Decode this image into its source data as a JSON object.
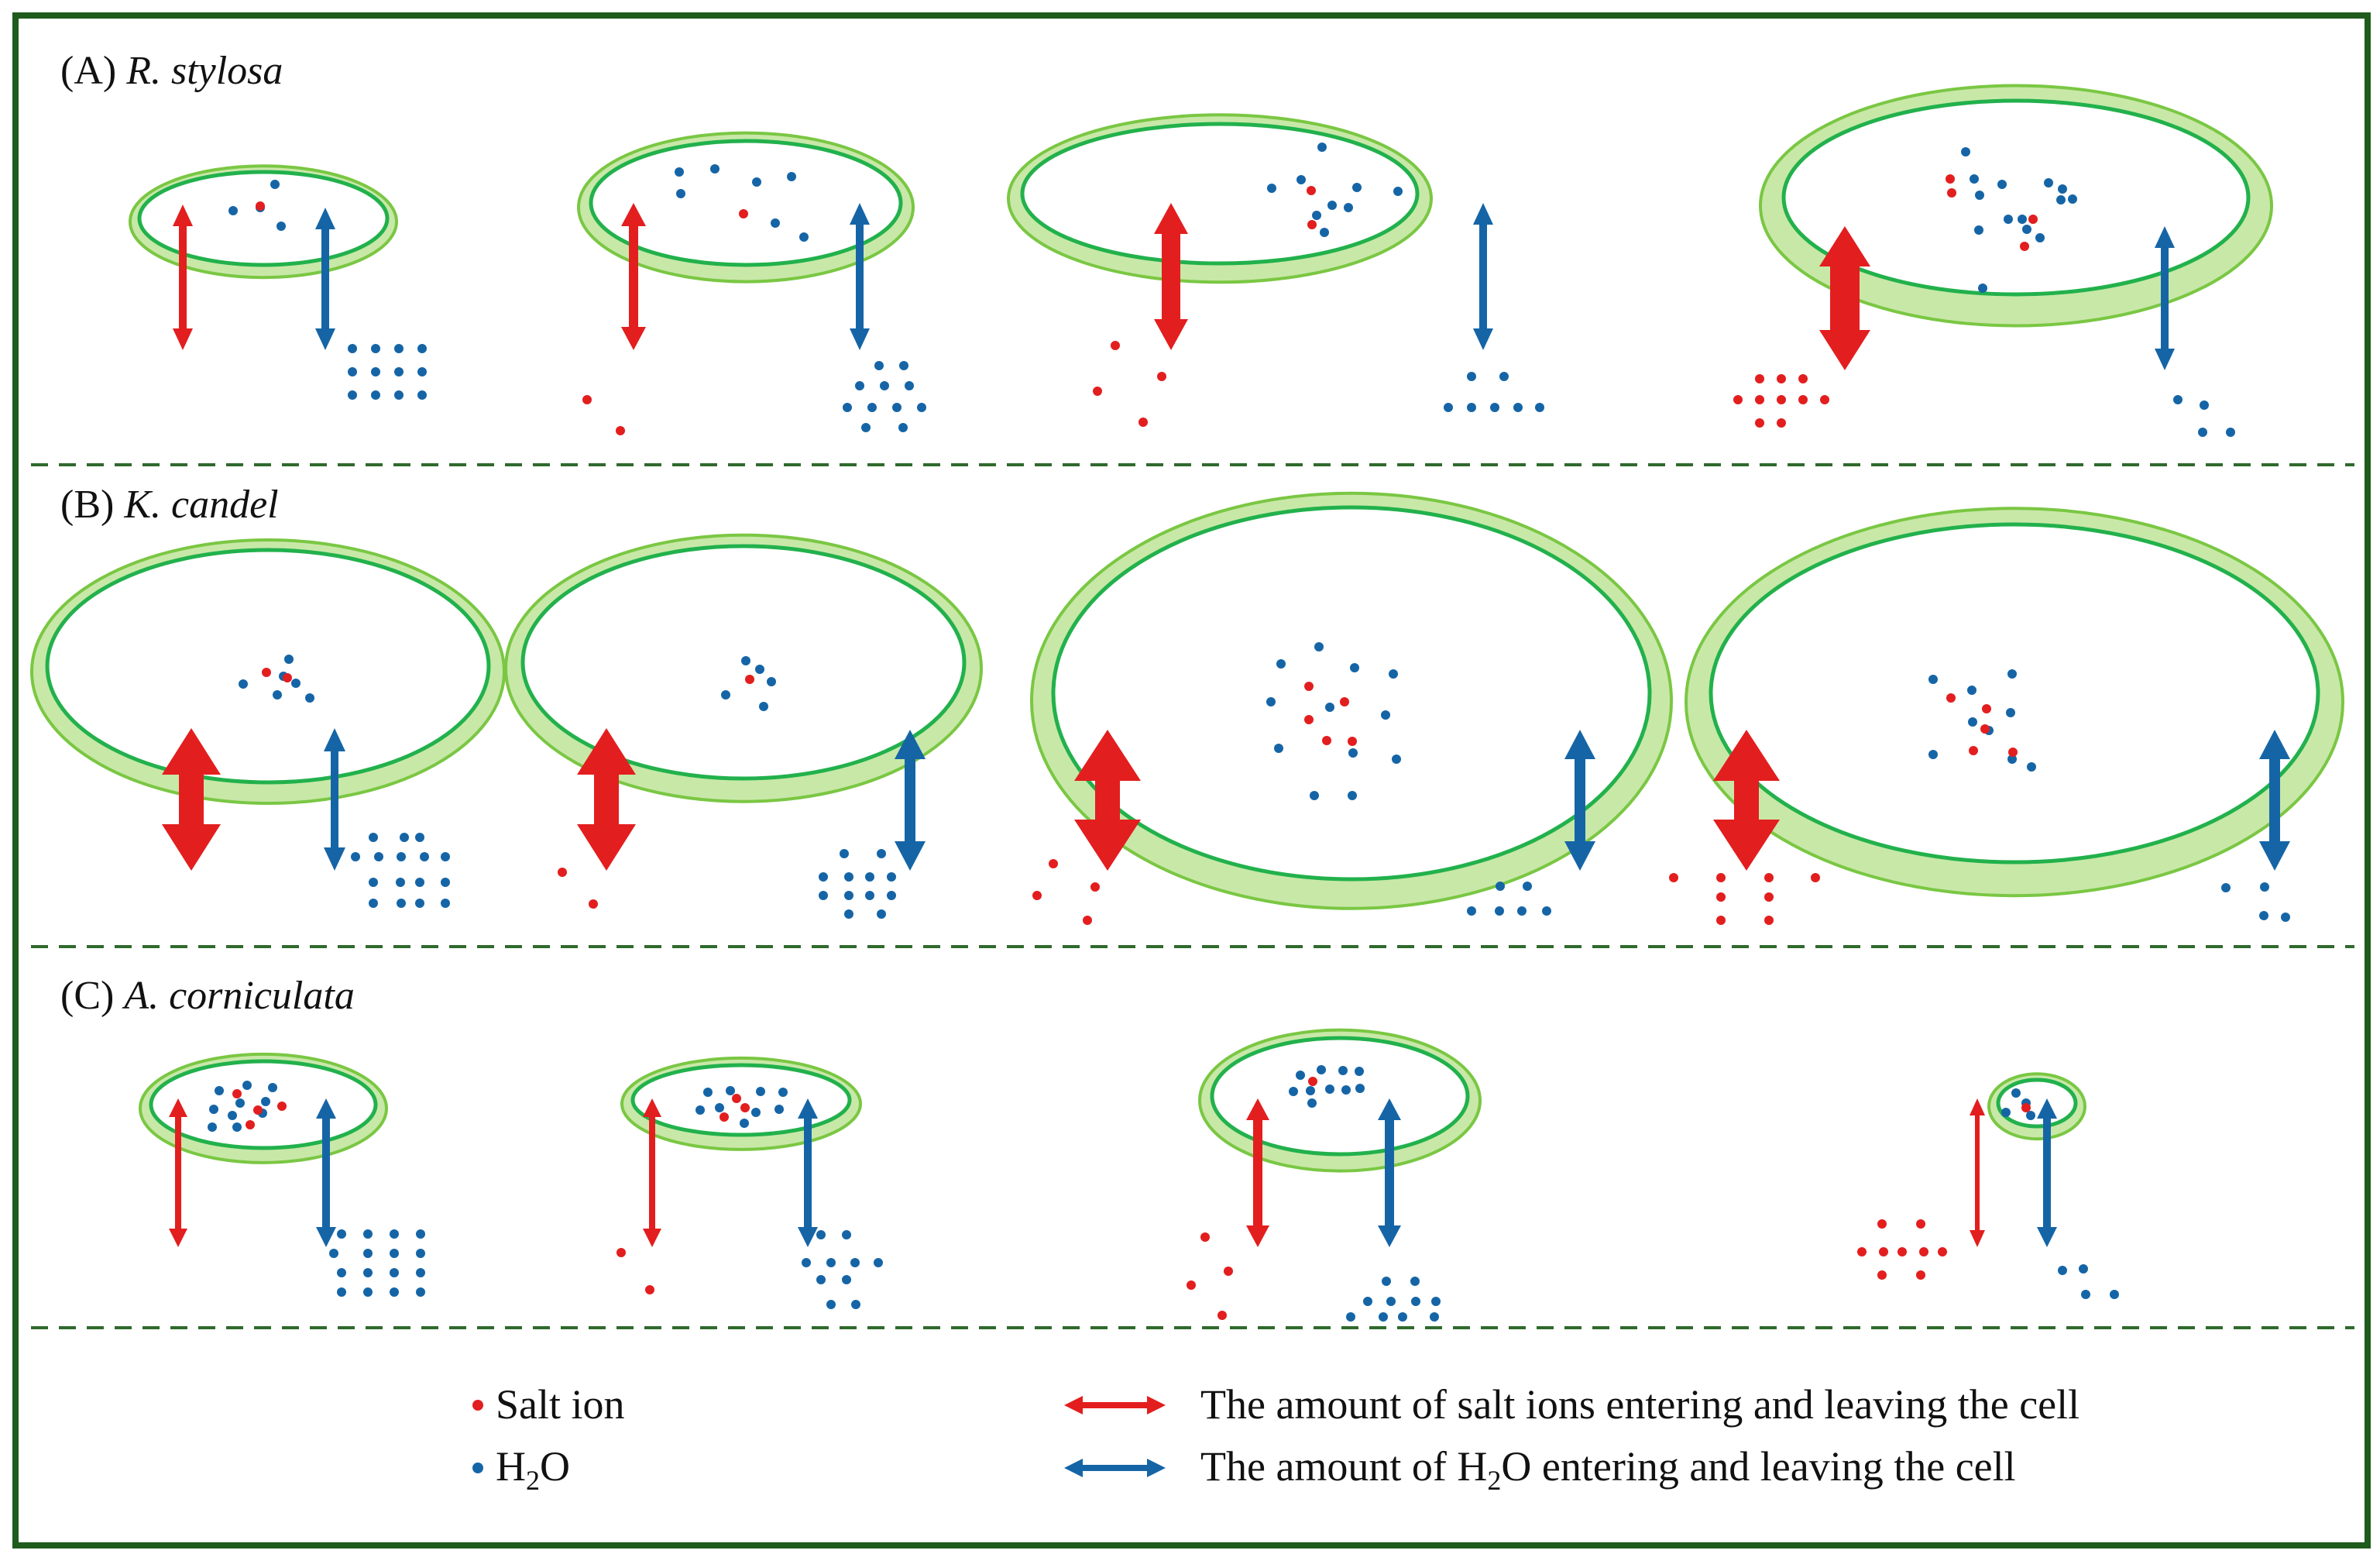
{
  "colors": {
    "frame": "#1e5b1c",
    "divider": "#2f6a2c",
    "cell_fill": "#c8e8a8",
    "cell_wall": "#7ac743",
    "cell_membrane": "#22b14c",
    "salt": "#e31e1e",
    "water": "#1565a6"
  },
  "panels": [
    {
      "letter": "(A)",
      "species": "R. stylosa"
    },
    {
      "letter": "(B)",
      "species": "K. candel"
    },
    {
      "letter": "(C)",
      "species": "A. corniculata"
    }
  ],
  "legend": {
    "salt_label": "Salt ion",
    "water_label_prefix": "H",
    "water_label_sub": "2",
    "water_label_suffix": "O",
    "salt_arrow_label": "The amount of salt ions entering and leaving the cell",
    "water_arrow_label_prefix": "The amount of H",
    "water_arrow_label_sub": "2",
    "water_arrow_label_suffix": "O entering and leaving the cell"
  }
}
